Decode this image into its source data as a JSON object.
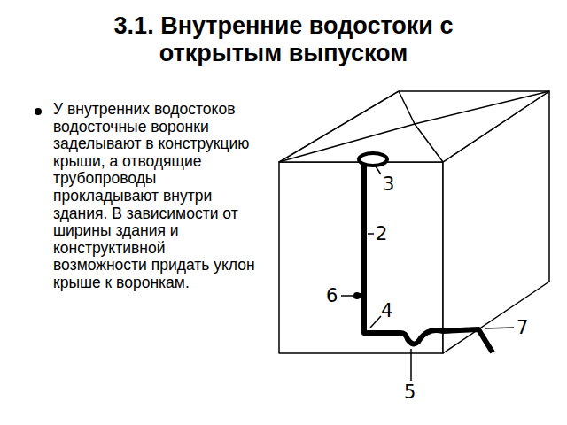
{
  "diagram": {
    "title": "3.1. Внутренние водостоки с открытым выпуском",
    "labels": [
      "У внутренних водостоков водосточные воронки заделывают в конструкцию крыши, а отводящие трубопроводы прокладывают внутри здания. В зависимости от ширины здания и конструктивной возможности придать уклон крыше к воронкам.",
      "3",
      "2",
      "6",
      "4",
      "5",
      "7"
    ]
  }
}
